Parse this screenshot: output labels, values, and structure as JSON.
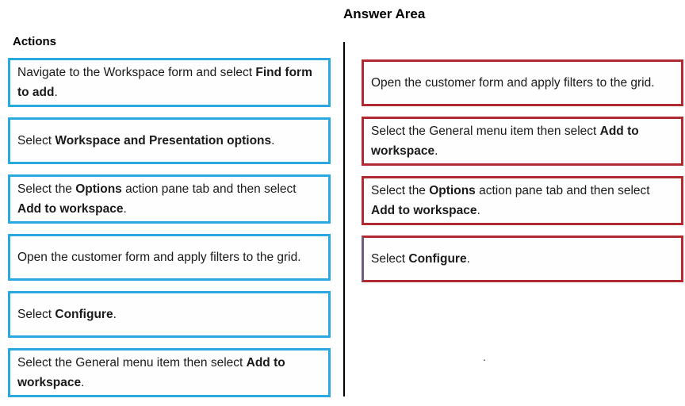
{
  "title": "Answer Area",
  "colors": {
    "action_border": "#29a9e0",
    "answer_border": "#b12a31",
    "answer_last_left_border": "#6f5a80",
    "text": "#1a1a1a"
  },
  "actions": {
    "heading": "Actions",
    "items": [
      {
        "segments": [
          {
            "text": "Navigate to the Workspace form and select ",
            "bold": false
          },
          {
            "text": "Find form to add",
            "bold": true
          },
          {
            "text": ".",
            "bold": false
          }
        ]
      },
      {
        "segments": [
          {
            "text": "Select ",
            "bold": false
          },
          {
            "text": "Workspace and Presentation options",
            "bold": true
          },
          {
            "text": ".",
            "bold": false
          }
        ]
      },
      {
        "segments": [
          {
            "text": "Select the ",
            "bold": false
          },
          {
            "text": "Options",
            "bold": true
          },
          {
            "text": " action pane tab and then select ",
            "bold": false
          },
          {
            "text": "Add to workspace",
            "bold": true
          },
          {
            "text": ".",
            "bold": false
          }
        ]
      },
      {
        "segments": [
          {
            "text": "Open the customer form and apply filters to the grid.",
            "bold": false
          }
        ]
      },
      {
        "segments": [
          {
            "text": "Select ",
            "bold": false
          },
          {
            "text": "Configure",
            "bold": true
          },
          {
            "text": ".",
            "bold": false
          }
        ]
      },
      {
        "segments": [
          {
            "text": "Select the General menu item then select ",
            "bold": false
          },
          {
            "text": "Add to workspace",
            "bold": true
          },
          {
            "text": ".",
            "bold": false
          }
        ]
      }
    ]
  },
  "answers": {
    "items": [
      {
        "segments": [
          {
            "text": "Open the customer form and apply filters to the grid.",
            "bold": false
          }
        ]
      },
      {
        "segments": [
          {
            "text": "Select the General menu item then select ",
            "bold": false
          },
          {
            "text": "Add to workspace",
            "bold": true
          },
          {
            "text": ".",
            "bold": false
          }
        ]
      },
      {
        "segments": [
          {
            "text": "Select the ",
            "bold": false
          },
          {
            "text": "Options",
            "bold": true
          },
          {
            "text": " action pane tab and then select ",
            "bold": false
          },
          {
            "text": "Add to workspace",
            "bold": true
          },
          {
            "text": ".",
            "bold": false
          }
        ]
      },
      {
        "segments": [
          {
            "text": "Select ",
            "bold": false
          },
          {
            "text": "Configure",
            "bold": true
          },
          {
            "text": ".",
            "bold": false
          }
        ],
        "variant": "purple-left"
      }
    ]
  },
  "stray_dot": "."
}
